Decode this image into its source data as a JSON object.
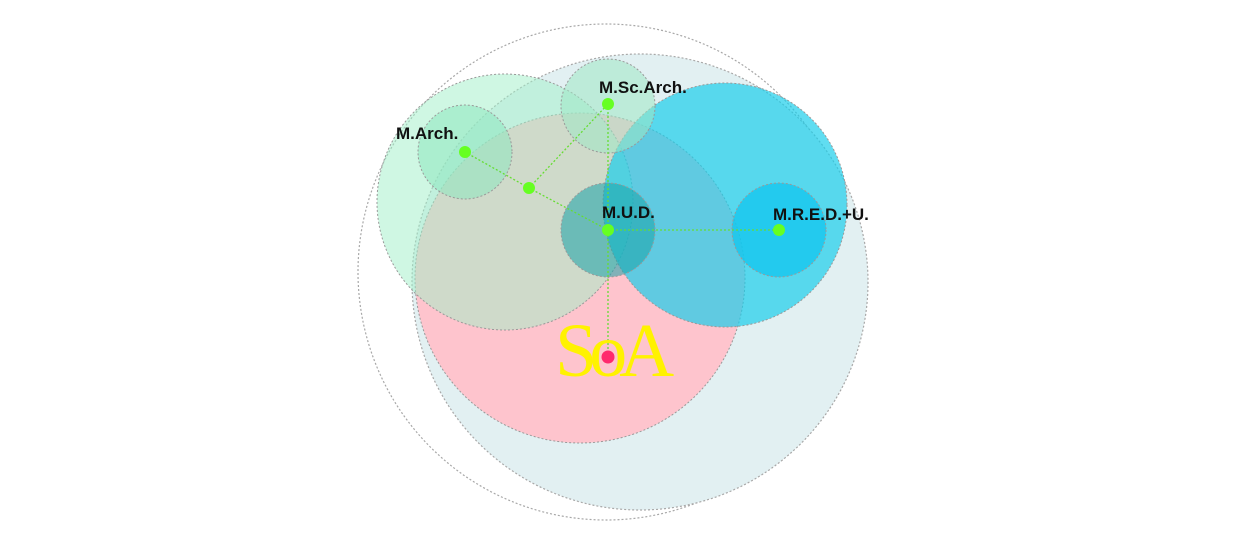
{
  "diagram": {
    "nodes": {
      "march": "M.Arch.",
      "msc_arch": "M.Sc.Arch.",
      "mud": "M.U.D.",
      "mred": "M.R.E.D.+U."
    },
    "logo": "SoA",
    "colors": {
      "logo": "#fff200",
      "node_dot": "#66ff22",
      "root_dot": "#ff2a6d",
      "connector": "#66dd33",
      "pink": "#ffc2cb",
      "mint": "#c6f5e0",
      "cyan": "#55dcf0",
      "outer": "#e2f0f2"
    }
  }
}
